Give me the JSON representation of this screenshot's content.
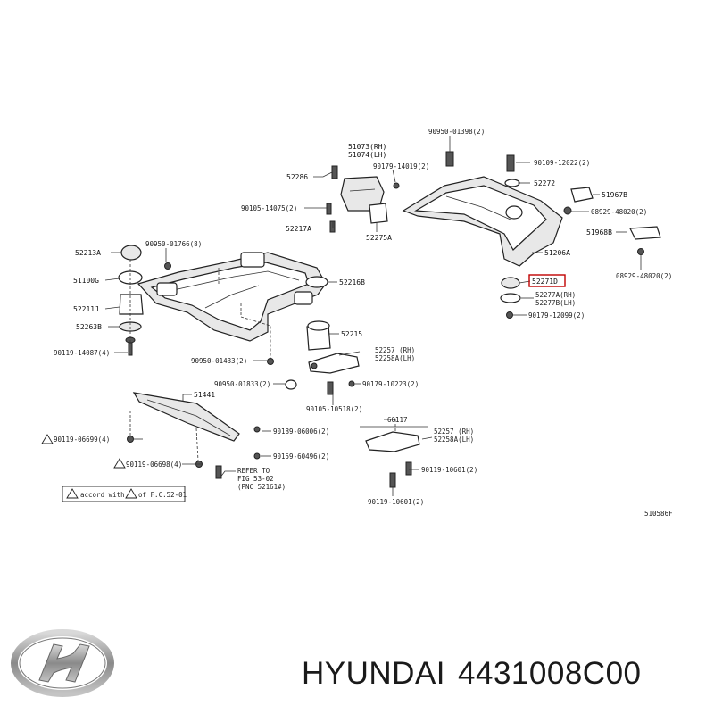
{
  "callouts": {
    "c90950_01398": "90950-01398(2)",
    "c51073": "51073(RH)",
    "c51074": "51074(LH)",
    "c52286": "52286",
    "c90179_14019": "90179-14019(2)",
    "c90105_14075": "90105-14075(2)",
    "c52217a": "52217A",
    "c52275a": "52275A",
    "c90109_12022": "90109-12022(2)",
    "c52272": "52272",
    "c51967b": "51967B",
    "c08929_48020_top": "08929-48020(2)",
    "c51968b": "51968B",
    "c51206a": "51206A",
    "c08929_48020_bot": "08929-48020(2)",
    "c52271d": "52271D",
    "c52277a": "52277A(RH)",
    "c52277b": "52277B(LH)",
    "c90179_12099": "90179-12099(2)",
    "c52213a": "52213A",
    "c90950_01766": "90950-01766(8)",
    "c51100g": "51100G",
    "c52216b": "52216B",
    "c52211j": "52211J",
    "c52263b": "52263B",
    "c52215": "52215",
    "c90119_14087": "90119-14087(4)",
    "c52257_a": "52257 (RH)",
    "c52258a_a": "52258A(LH)",
    "c90950_01433": "90950-01433(2)",
    "c90950_01833": "90950-01833(2)",
    "c90179_10223": "90179-10223(2)",
    "c51441": "51441",
    "c90105_10518": "90105-10518(2)",
    "c60117": "60117",
    "c90119_06699": "90119-06699(4)",
    "c90189_06006": "90189-06006(2)",
    "c52257_b": "52257 (RH)",
    "c52258a_b": "52258A(LH)",
    "c90159_60496": "90159-60496(2)",
    "c90119_06698": "90119-06698(4)",
    "c90119_10601": "90119-10601(2)",
    "c_refer": "REFER TO",
    "c_fig": "FIG 53-02",
    "c_pnc": "(PNC 52161#)",
    "c90119_10601b": "90119-10601(2)",
    "c_warn1": "accord with",
    "c_warn2": "of F.C.52-01",
    "c_code": "510586F"
  },
  "brand": {
    "name": "HYUNDAI",
    "part_number": "4431008C00"
  }
}
